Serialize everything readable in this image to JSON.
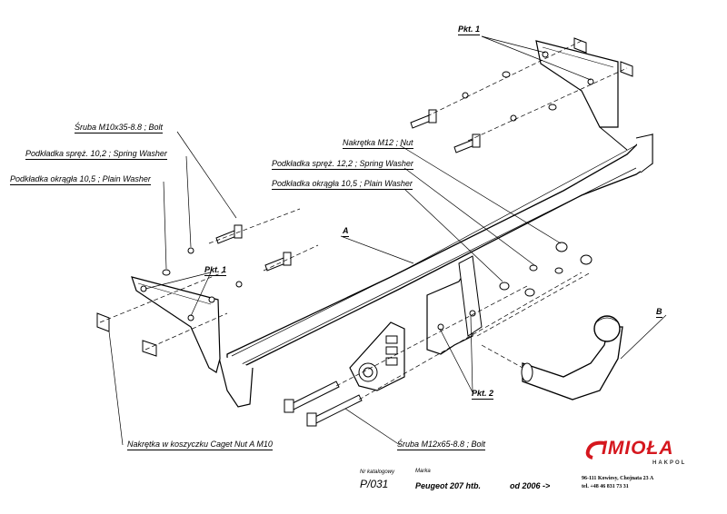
{
  "labels": {
    "pkt1_top": "Pkt. 1",
    "pkt1_left": "Pkt. 1",
    "pkt2": "Pkt. 2",
    "label_a": "A",
    "label_b": "B",
    "bolt_m10": "Śruba M10x35-8.8  ;  Bolt",
    "spring_washer_10": "Podkładka spręż. 10,2 ; Spring Washer",
    "plain_washer_10": "Podkładka okrągła 10,5 ; Plain Washer",
    "nut_m12": "Nakrętka  M12 ; Nut",
    "spring_washer_12": "Podkładka spręż. 12,2 ; Spring Washer",
    "plain_washer_12": "Podkładka okrągła 10,5 ; Plain Washer",
    "cage_nut": "Nakrętka w koszyczku Caget Nut A M10",
    "bolt_m12": "Śruba M12x65-8.8  ;  Bolt"
  },
  "footer": {
    "catalog_label": "Nr katalogowy",
    "catalog_number": "P/031",
    "make_label": "Marka",
    "model": "Peugeot 207 htb.",
    "since": "od 2006 ->"
  },
  "logo": {
    "brand": "IMIOŁA",
    "sub": "HAKPOL",
    "address": "96-111 Kowiesy, Chojnata 23 A",
    "phone": "tel. +48 46 831 73 31",
    "accent_color": "#d5171e"
  }
}
